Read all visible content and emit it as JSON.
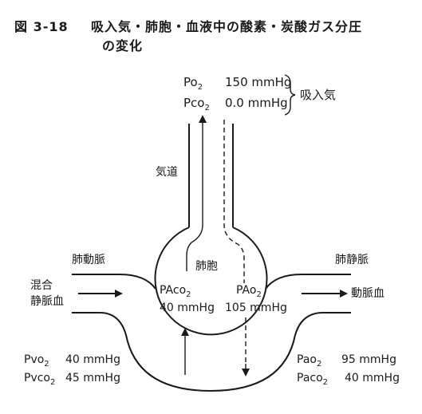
{
  "figure": {
    "number": "図 3-18",
    "title_line1": "吸入気・肺胞・血液中の酸素・炭酸ガス分圧",
    "title_line2": "の変化"
  },
  "inspired": {
    "po2_label": "Po",
    "po2_sub": "2",
    "po2_value": "150 mmHg",
    "pco2_label": "Pco",
    "pco2_sub": "2",
    "pco2_value": "0.0 mmHg",
    "group_label": "吸入気"
  },
  "airway_label": "気道",
  "alveolus_label": "肺胞",
  "alveolar": {
    "paco2_label": "PAco",
    "paco2_sub": "2",
    "paco2_value": "40 mmHg",
    "pao2_label": "PAo",
    "pao2_sub": "2",
    "pao2_value": "105 mmHg"
  },
  "pulmonary_artery_label": "肺動脈",
  "pulmonary_vein_label": "肺静脈",
  "mixed_venous_line1": "混合",
  "mixed_venous_line2": "静脈血",
  "arterial_blood_label": "動脈血",
  "venous": {
    "pvo2_label": "Pvo",
    "pvo2_sub": "2",
    "pvo2_value": "40 mmHg",
    "pvco2_label": "Pvco",
    "pvco2_sub": "2",
    "pvco2_value": "45 mmHg"
  },
  "arterial": {
    "pao2_label": "Pao",
    "pao2_sub": "2",
    "pao2_value": "95 mmHg",
    "paco2_label": "Paco",
    "paco2_sub": "2",
    "paco2_value": "40 mmHg"
  }
}
